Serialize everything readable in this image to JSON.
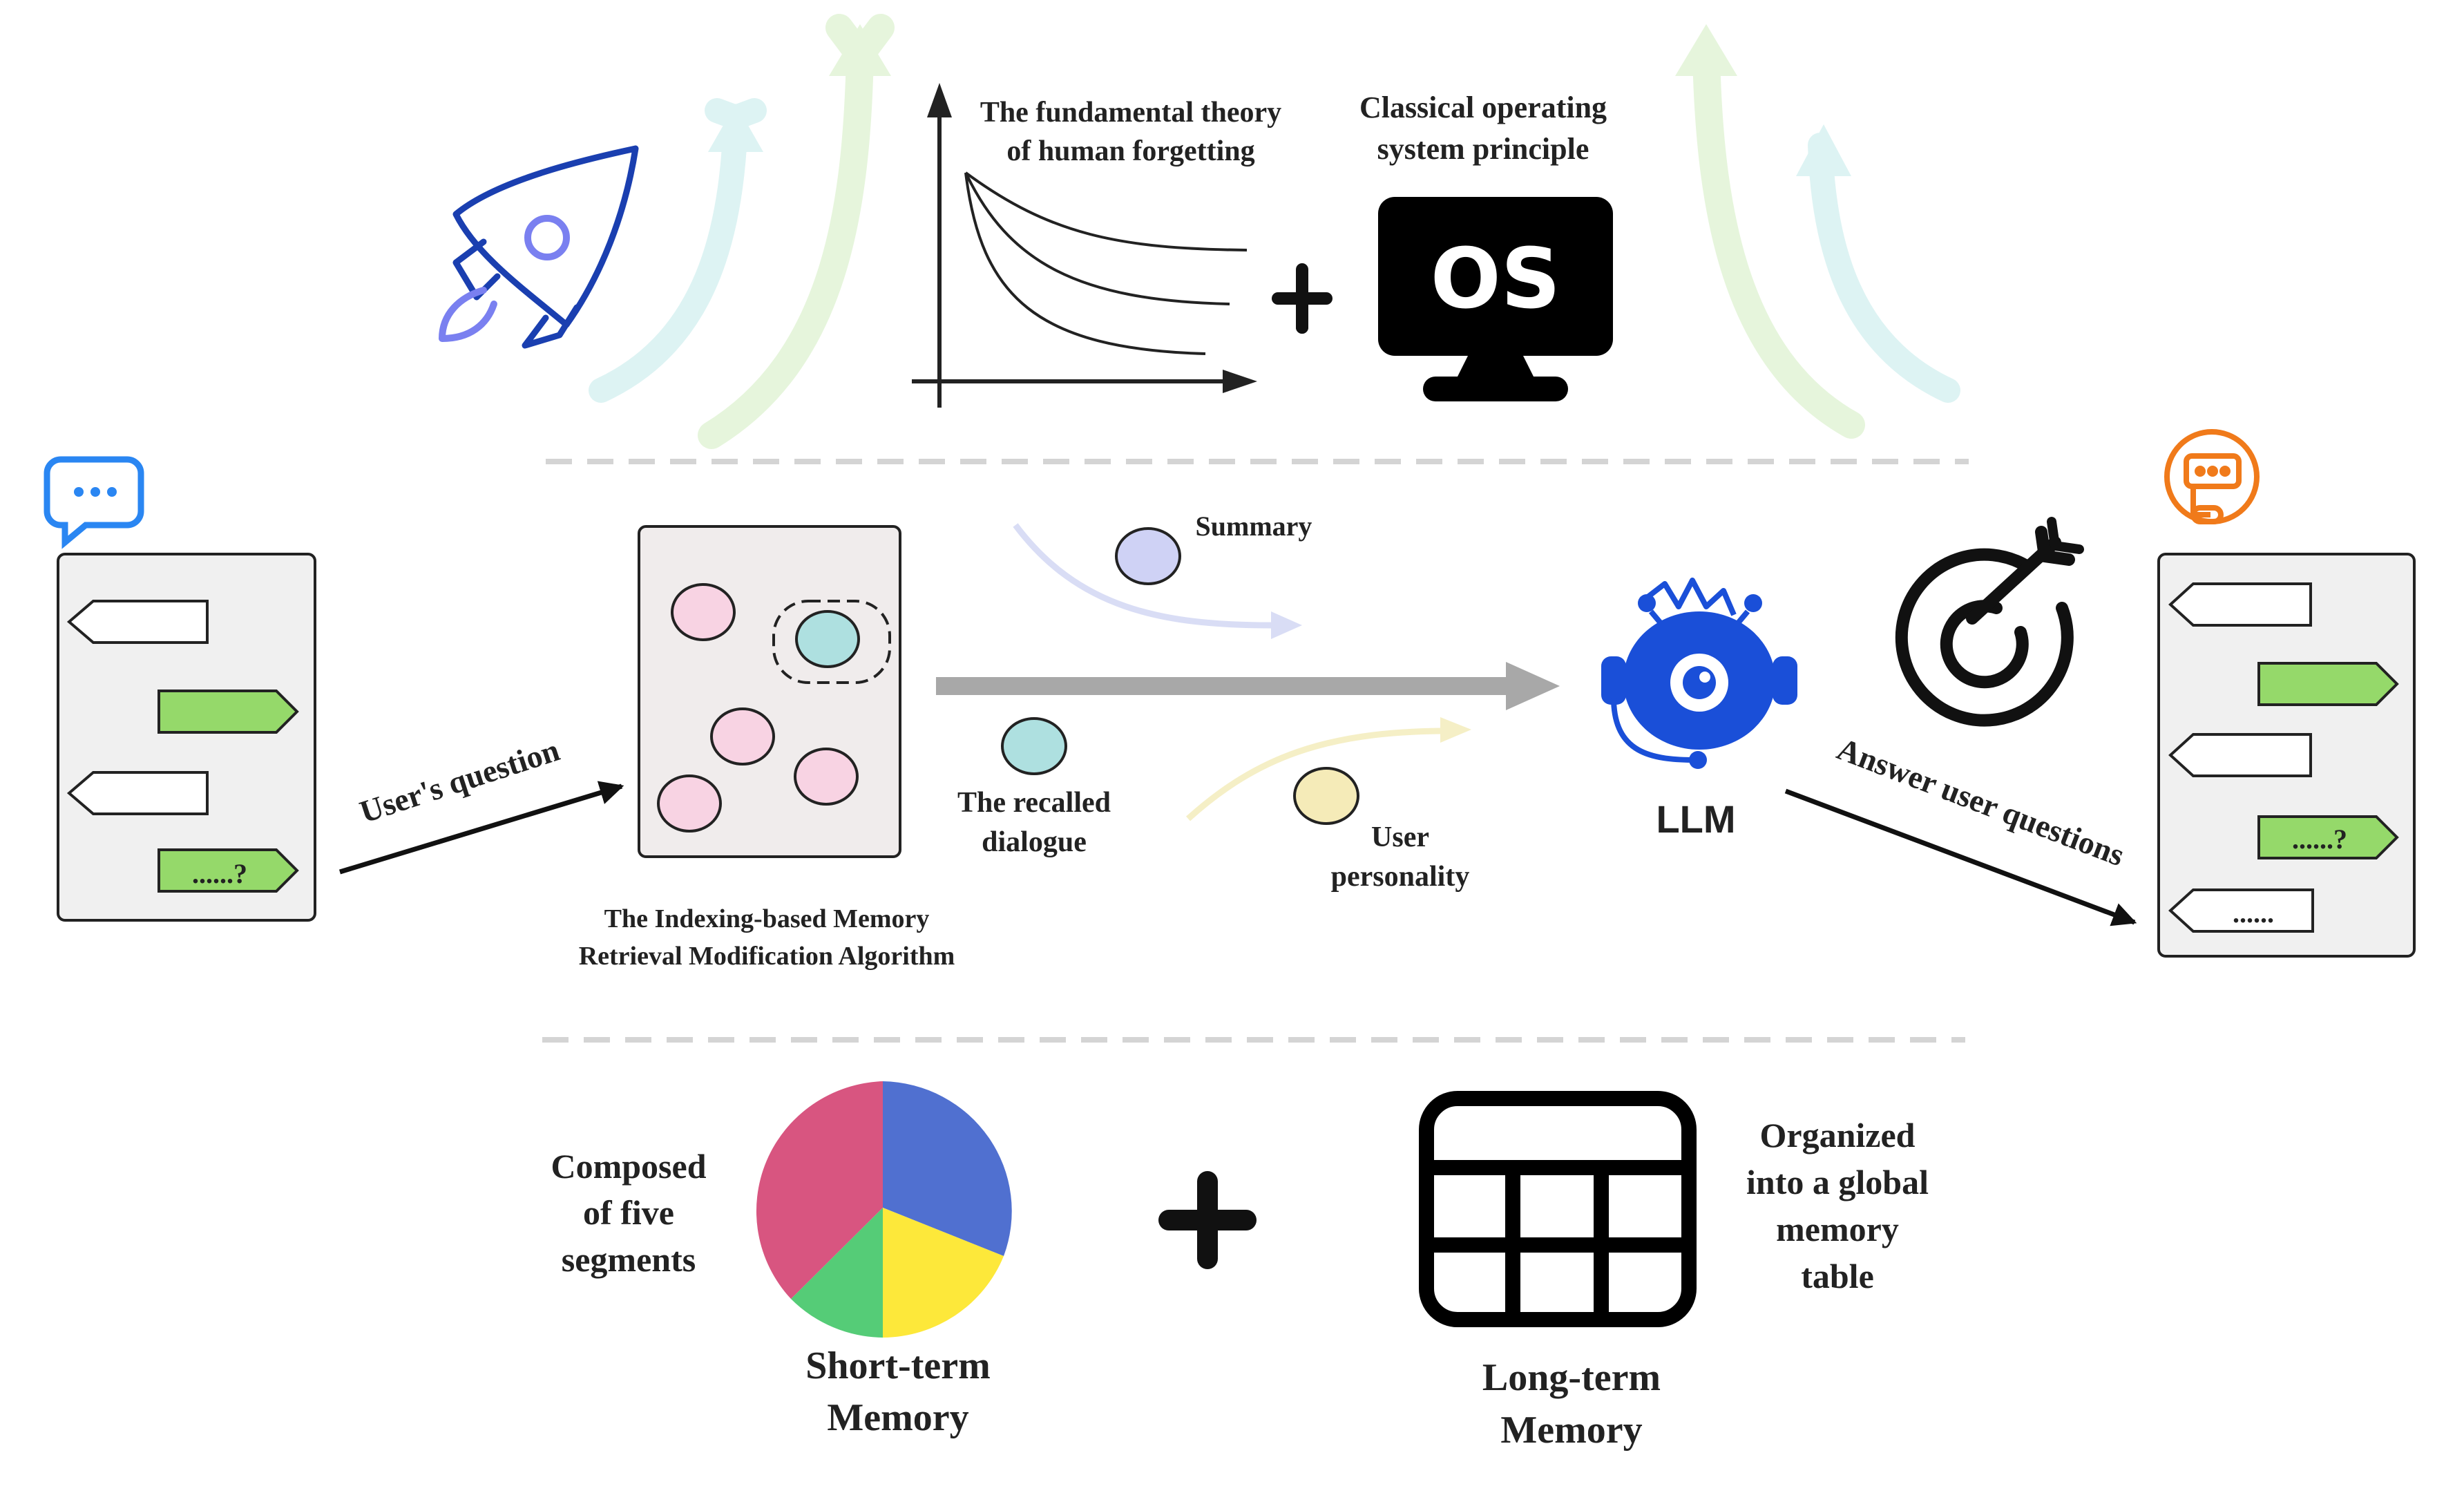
{
  "top": {
    "forgetting_label": [
      "The fundamental theory",
      "of human forgetting"
    ],
    "os_label": [
      "Classical operating",
      "system principle"
    ],
    "os_text": "OS",
    "plus": "+"
  },
  "middle": {
    "user_question": "User's question",
    "algorithm_label": [
      "The Indexing-based Memory",
      "Retrieval Modification Algorithm"
    ],
    "summary": "Summary",
    "recalled": [
      "The recalled",
      "dialogue"
    ],
    "personality": [
      "User",
      "personality"
    ],
    "llm": "LLM",
    "answer": "Answer user questions",
    "left_chat_placeholder": "......?",
    "right_chat_question": "......?",
    "right_chat_answer": "......"
  },
  "bottom": {
    "composed": [
      "Composed",
      "of five",
      "segments"
    ],
    "short_term": [
      "Short-term",
      "Memory"
    ],
    "long_term": [
      "Long-term",
      "Memory"
    ],
    "organized": [
      "Organized",
      "into a global",
      "memory",
      "table"
    ]
  },
  "colors": {
    "pie": [
      "#5070d0",
      "#fde83a",
      "#55cc77",
      "#d85580"
    ],
    "llm_blue": "#1a4fd8",
    "chat_green": "#95d96a",
    "orange": "#f07a1a",
    "chat_blue": "#2a86f2",
    "rocket": "#1a3fb0"
  }
}
